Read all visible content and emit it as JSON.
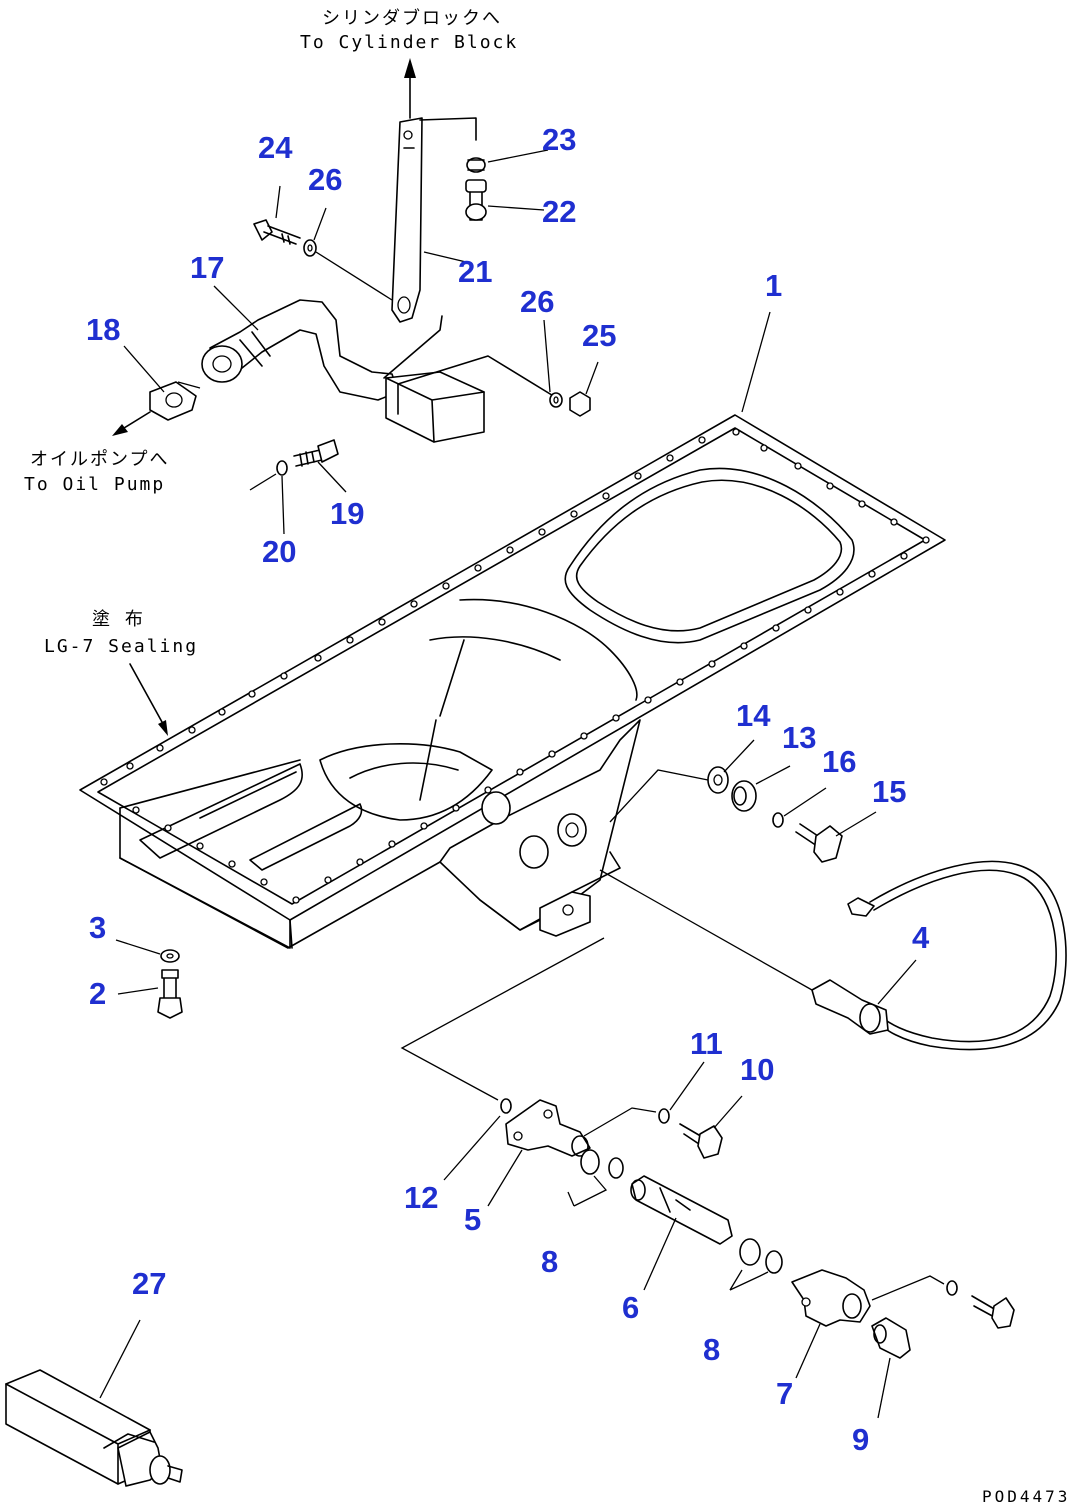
{
  "notes": {
    "to_cylinder_block_jp": "シリンダブロックへ",
    "to_cylinder_block_en": "To Cylinder Block",
    "to_oil_pump_jp": "オイルポンプへ",
    "to_oil_pump_en": "To Oil Pump",
    "sealing_jp": "塗 布",
    "sealing_en": "LG-7 Sealing"
  },
  "callouts": {
    "c1": "1",
    "c2": "2",
    "c3": "3",
    "c4": "4",
    "c5": "5",
    "c6": "6",
    "c7": "7",
    "c8a": "8",
    "c8b": "8",
    "c9": "9",
    "c10": "10",
    "c11": "11",
    "c12": "12",
    "c13": "13",
    "c14": "14",
    "c15": "15",
    "c16": "16",
    "c17": "17",
    "c18": "18",
    "c19": "19",
    "c20": "20",
    "c21": "21",
    "c22": "22",
    "c23": "23",
    "c24": "24",
    "c25": "25",
    "c26a": "26",
    "c26b": "26",
    "c27": "27"
  },
  "drawing_code": "POD4473",
  "colors": {
    "callout": "#1f2fd0",
    "line": "#000000",
    "background": "#ffffff"
  }
}
